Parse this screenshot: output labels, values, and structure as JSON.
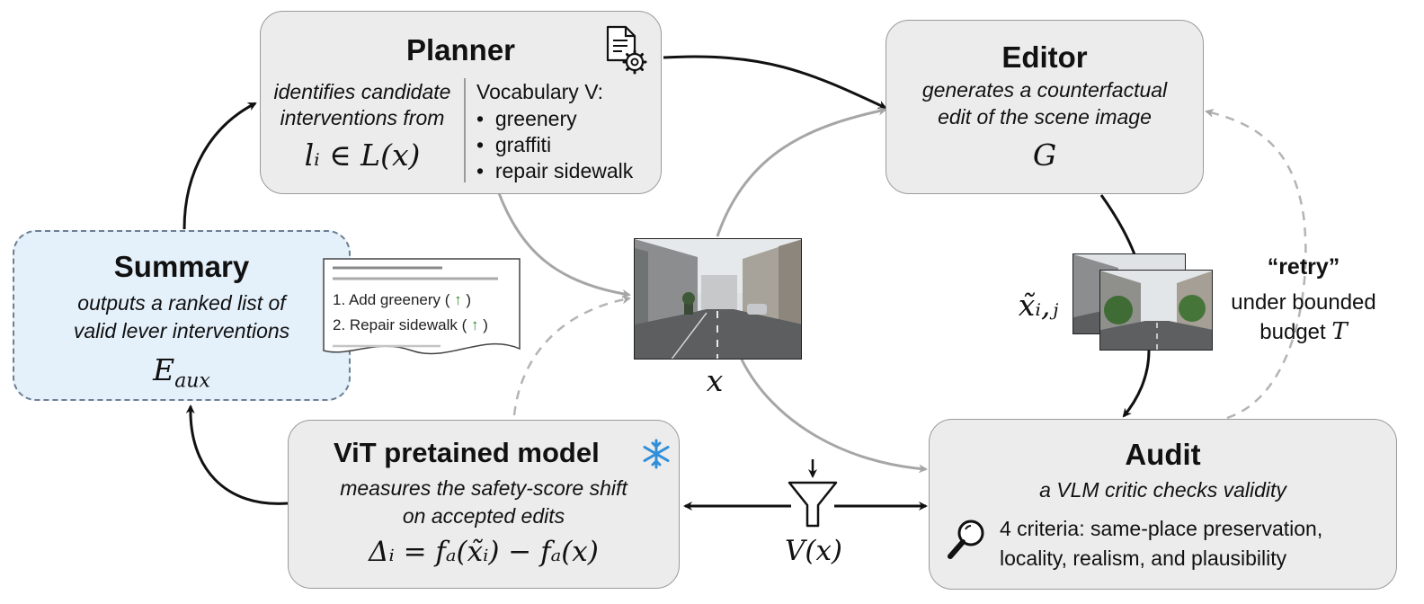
{
  "planner": {
    "title": "Planner",
    "desc_line1": "identifies candidate",
    "desc_line2": "interventions from",
    "math": "lᵢ ∈ L(x)",
    "vocab_title": "Vocabulary V:",
    "vocab": [
      "greenery",
      "graffiti",
      "repair sidewalk"
    ],
    "icon": "document-gear-icon"
  },
  "editor": {
    "title": "Editor",
    "desc_line1": "generates a counterfactual",
    "desc_line2": "edit of the scene image",
    "math": "G"
  },
  "summary": {
    "title": "Summary",
    "desc_line1": "outputs a ranked list of",
    "desc_line2": "valid lever interventions",
    "math": "Eaux"
  },
  "ranked_doc": {
    "items": [
      "1. Add greenery ( ↑ )",
      "2. Repair sidewalk ( ↑ )"
    ]
  },
  "vit": {
    "title": "ViT pretained model",
    "desc_line1": "measures the safety-score shift",
    "desc_line2": "on accepted edits",
    "math": "Δᵢ = fₐ(x̃ᵢ) − fₐ(x)",
    "icon": "snowflake-icon"
  },
  "audit": {
    "title": "Audit",
    "desc": "a VLM critic checks validity",
    "criteria_line1": "4 criteria: same-place preservation,",
    "criteria_line2": "locality, realism, and plausibility",
    "icon": "magnifier-icon"
  },
  "labels": {
    "x": "x",
    "x_tilde": "x̃ᵢ,ⱼ",
    "filter": "V(x)",
    "retry_title": "“retry”",
    "retry_line1": "under bounded",
    "retry_line2": "budget T"
  },
  "colors": {
    "box_fill": "#ececec",
    "summary_fill": "#e4f0fa",
    "arrow_dark": "#111111",
    "arrow_gray": "#a6a6a6",
    "snowflake": "#2f8fd8",
    "up_arrow": "#2e8b2e"
  }
}
